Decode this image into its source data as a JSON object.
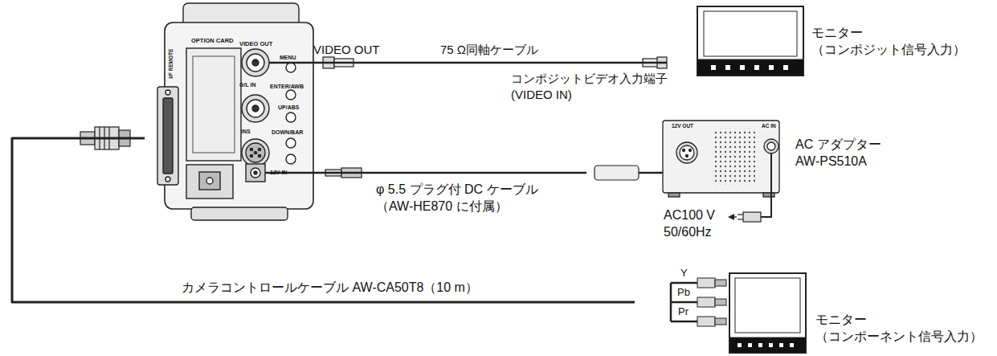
{
  "diagram": {
    "nodes": [
      {
        "text": [
          "OPTION CARD",
          "VIDEO OUT",
          "MENU",
          "G/L IN",
          "ENTER/AWB",
          "UP/ABS",
          "INS",
          "DOWN/BAR",
          "I/F REMOTE",
          "12V IN"
        ]
      },
      {
        "text": [
          "モニター （コンポジット信号入力）"
        ]
      },
      {
        "text": [
          "AC アダプター AW-PS510A",
          "12V OUT",
          "AC IN"
        ]
      },
      {
        "text": [
          "モニター （コンポーネント信号入力）"
        ]
      }
    ],
    "edges": [
      {
        "from": 0,
        "to": 1,
        "arrow": "none",
        "label": "75 Ω同軸ケーブル"
      },
      {
        "from": 0,
        "to": 2,
        "arrow": "none",
        "label": "φ 5.5 プラグ付 DC ケーブル （AW-HE870 に付属）"
      },
      {
        "from": 0,
        "to": 3,
        "arrow": "none",
        "label": "カメラコントロールケーブル AW-CA50T8（10 m）"
      }
    ],
    "labels": [
      "VIDEO OUT",
      "コンポジットビデオ入力端子 (VIDEO IN)",
      "AC100 V 50/60Hz",
      "Y",
      "Pb",
      "Pr"
    ]
  }
}
